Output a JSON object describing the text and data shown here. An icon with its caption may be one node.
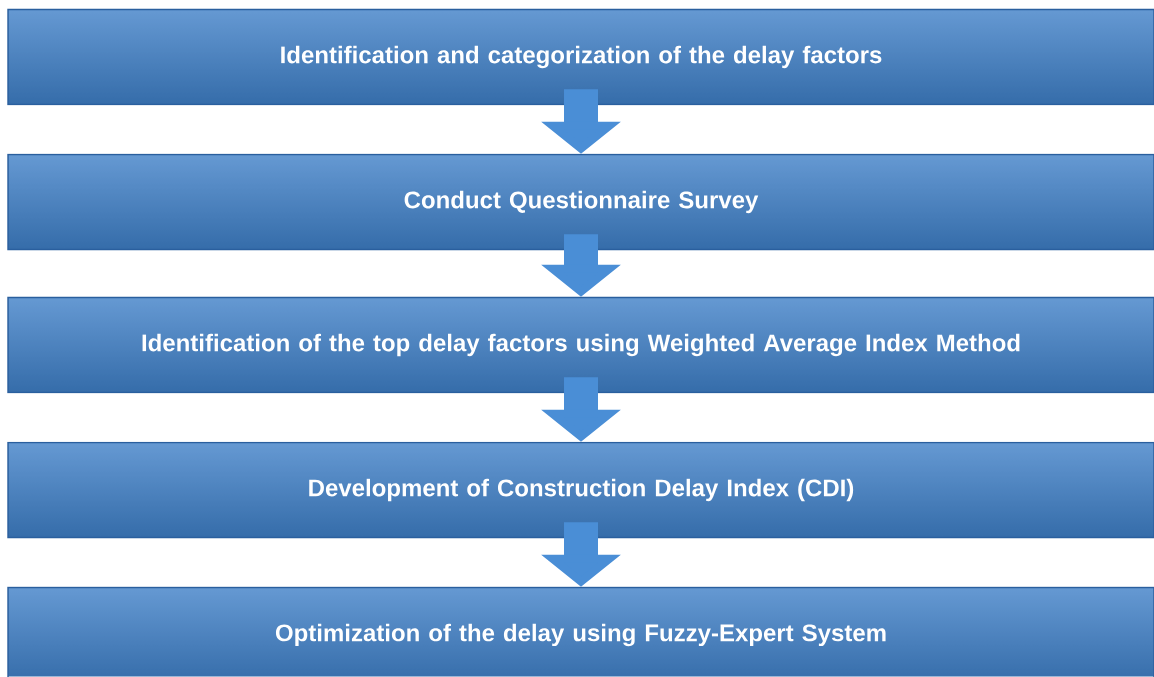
{
  "diagram": {
    "nodes": [
      {
        "text": [
          "Identification and categorization of the delay factors"
        ]
      },
      {
        "text": [
          "Conduct Questionnaire Survey"
        ]
      },
      {
        "text": [
          "Identification of the top delay factors using Weighted Average Index Method"
        ]
      },
      {
        "text": [
          "Development of Construction Delay Index (CDI)"
        ]
      },
      {
        "text": [
          "Optimization of the delay using Fuzzy-Expert System"
        ]
      }
    ],
    "edges": [
      {
        "from": 0,
        "to": 1,
        "arrow": "to"
      },
      {
        "from": 1,
        "to": 2,
        "arrow": "to"
      },
      {
        "from": 2,
        "to": 3,
        "arrow": "to"
      },
      {
        "from": 3,
        "to": 4,
        "arrow": "to"
      }
    ]
  }
}
